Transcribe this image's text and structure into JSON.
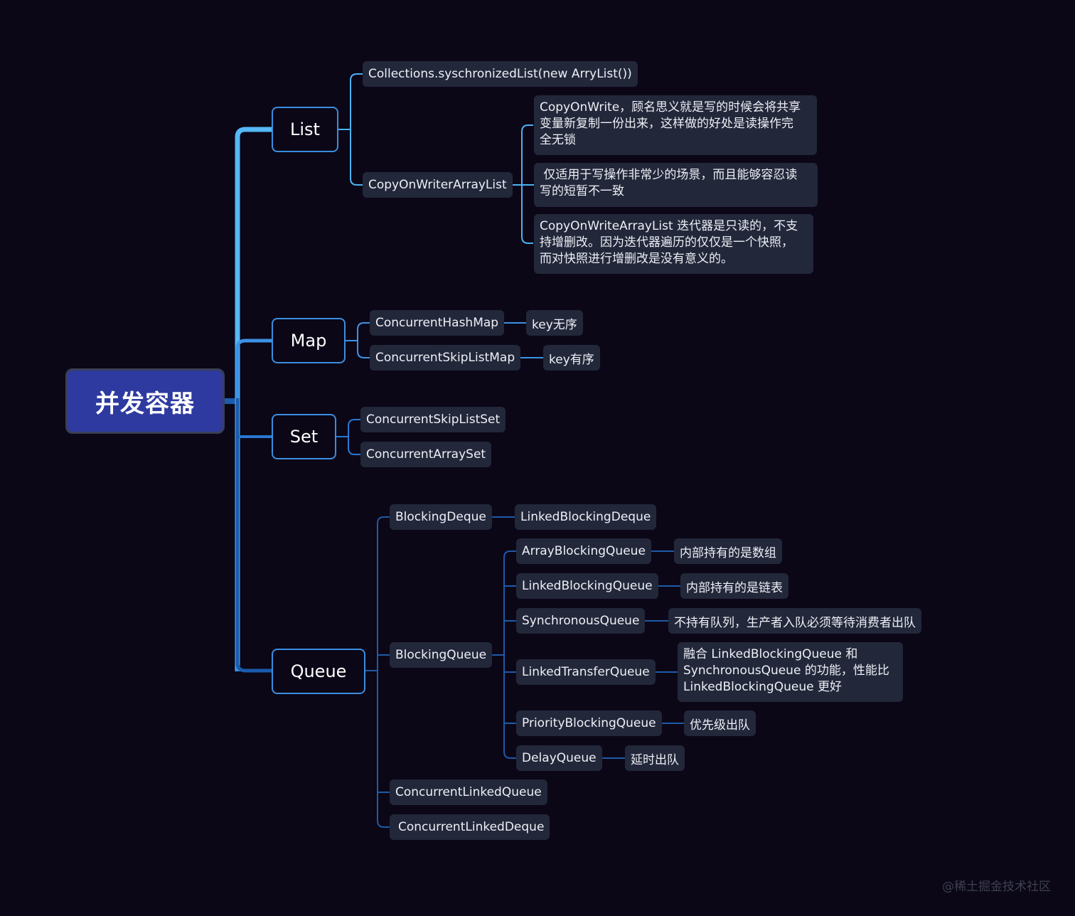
{
  "root": "并发容器",
  "branches": {
    "list": "List",
    "map": "Map",
    "set": "Set",
    "queue": "Queue"
  },
  "list": {
    "sync": "Collections.syschronizedList(new ArryList())",
    "cow": "CopyOnWriterArrayList",
    "notes": [
      [
        "CopyOnWrite，顾名思义就是写的时候会将共享",
        "变量新复制一份出来，这样做的好处是读操作完",
        "全无锁"
      ],
      [
        " 仅适用于写操作非常少的场景，而且能够容忍读",
        "写的短暂不一致"
      ],
      [
        "CopyOnWriteArrayList 迭代器是只读的，不支",
        "持增删改。因为迭代器遍历的仅仅是一个快照，",
        "而对快照进行增删改是没有意义的。"
      ]
    ]
  },
  "map": {
    "hash": "ConcurrentHashMap",
    "hash_note": "key无序",
    "skip": "ConcurrentSkipListMap",
    "skip_note": "key有序"
  },
  "set": {
    "skip": "ConcurrentSkipListSet",
    "array": "ConcurrentArraySet"
  },
  "queue": {
    "deque": "BlockingDeque",
    "deque_impl": "LinkedBlockingDeque",
    "bq": "BlockingQueue",
    "bq_items": [
      {
        "name": "ArrayBlockingQueue",
        "note": "内部持有的是数组"
      },
      {
        "name": "LinkedBlockingQueue",
        "note": "内部持有的是链表"
      },
      {
        "name": "SynchronousQueue",
        "note": "不持有队列，生产者入队必须等待消费者出队"
      },
      {
        "name": "LinkedTransferQueue",
        "note": [
          "融合 LinkedBlockingQueue 和",
          "SynchronousQueue 的功能，性能比",
          "LinkedBlockingQueue 更好"
        ]
      },
      {
        "name": "PriorityBlockingQueue",
        "note": "优先级出队"
      },
      {
        "name": "DelayQueue",
        "note": "延时出队"
      }
    ],
    "clq": "ConcurrentLinkedQueue",
    "cld": "ConcurrentLinkedDeque"
  },
  "watermark": "@稀土掘金技术社区",
  "colors": {
    "background": "#0b0717",
    "root_fill": "#2e3aa0",
    "node_fill": "#22273a",
    "branch_border": "#3b8ee0",
    "list_line": "#56b8f5",
    "map_line": "#3c92e6",
    "set_line": "#2a78d2",
    "queue_line": "#1a5cae"
  }
}
